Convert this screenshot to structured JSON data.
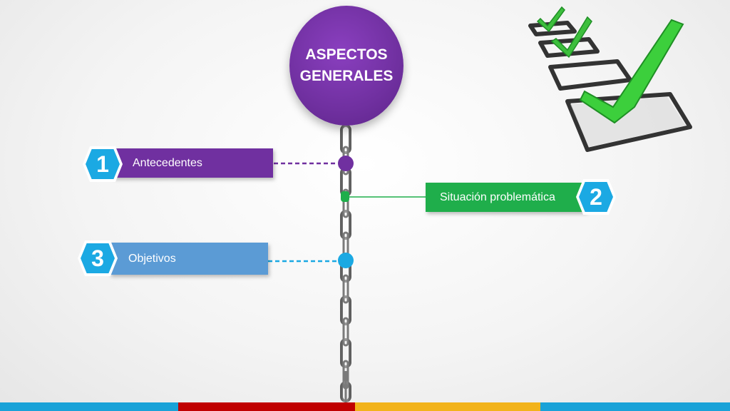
{
  "title": {
    "line1": "ASPECTOS",
    "line2": "GENERALES"
  },
  "items": [
    {
      "number": "1",
      "label": "Antecedentes",
      "color": "#7030a0"
    },
    {
      "number": "2",
      "label": "Situación problemática",
      "color": "#1fae4b"
    },
    {
      "number": "3",
      "label": "Objetivos",
      "color": "#5b9bd5"
    }
  ],
  "colors": {
    "badge": "#1ba9e3",
    "chain": "#7a7a7a",
    "footer": [
      "#19a2d8",
      "#c00000",
      "#f2b31b",
      "#19a2d8"
    ]
  },
  "icons": {
    "checklist": "checklist-icon"
  }
}
